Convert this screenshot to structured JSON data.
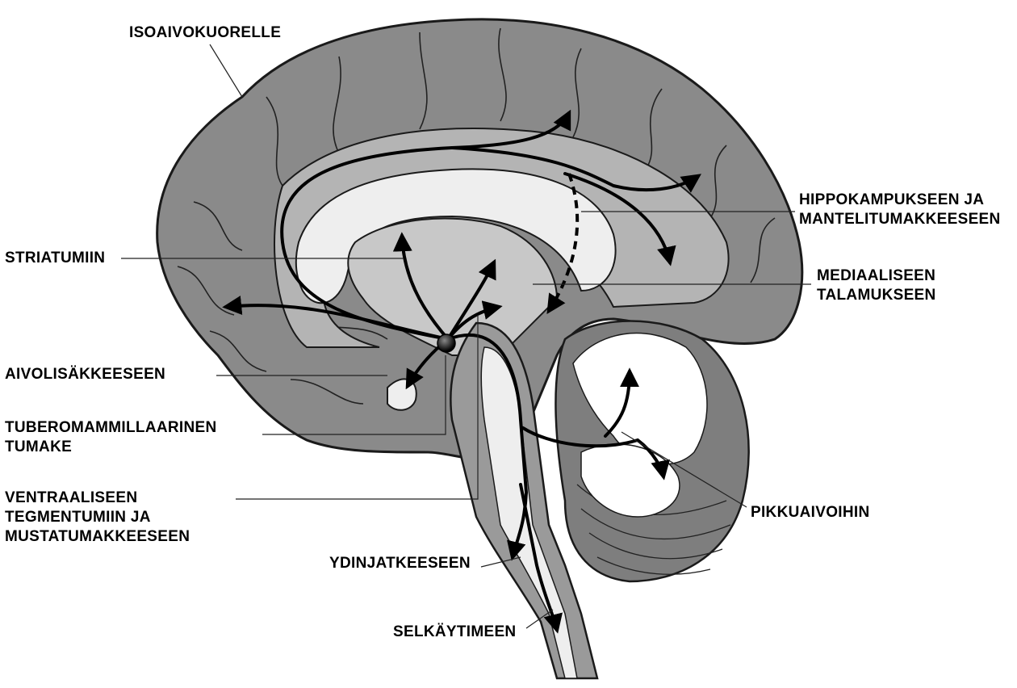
{
  "labels": {
    "cortex": "ISOAIVOKUORELLE",
    "hippocampus": [
      "HIPPOKAMPUKSEEN JA",
      "MANTELITUMAKKEESEEN"
    ],
    "striatum": "STRIATUMIIN",
    "thalamus": [
      "MEDIAALISEEN",
      "TALAMUKSEEN"
    ],
    "pituitary": "AIVOLISÄKKEESEEN",
    "tmn": [
      "TUBEROMAMMILLAARINEN",
      "TUMAKE"
    ],
    "vta": [
      "VENTRAALISEEN",
      "TEGMENTUMIIN JA",
      "MUSTATUMAKKEESEEN"
    ],
    "cerebellum": "PIKKUAIVOIHIN",
    "medulla": "YDINJATKEESEEN",
    "spinal": "SELKÄYTIMEEN"
  },
  "colors": {
    "cortex": "#8a8a8a",
    "inner": "#b4b4b4",
    "ventricle": "#eeeeee",
    "outline": "#1a1a1a",
    "arrow": "#000000"
  }
}
